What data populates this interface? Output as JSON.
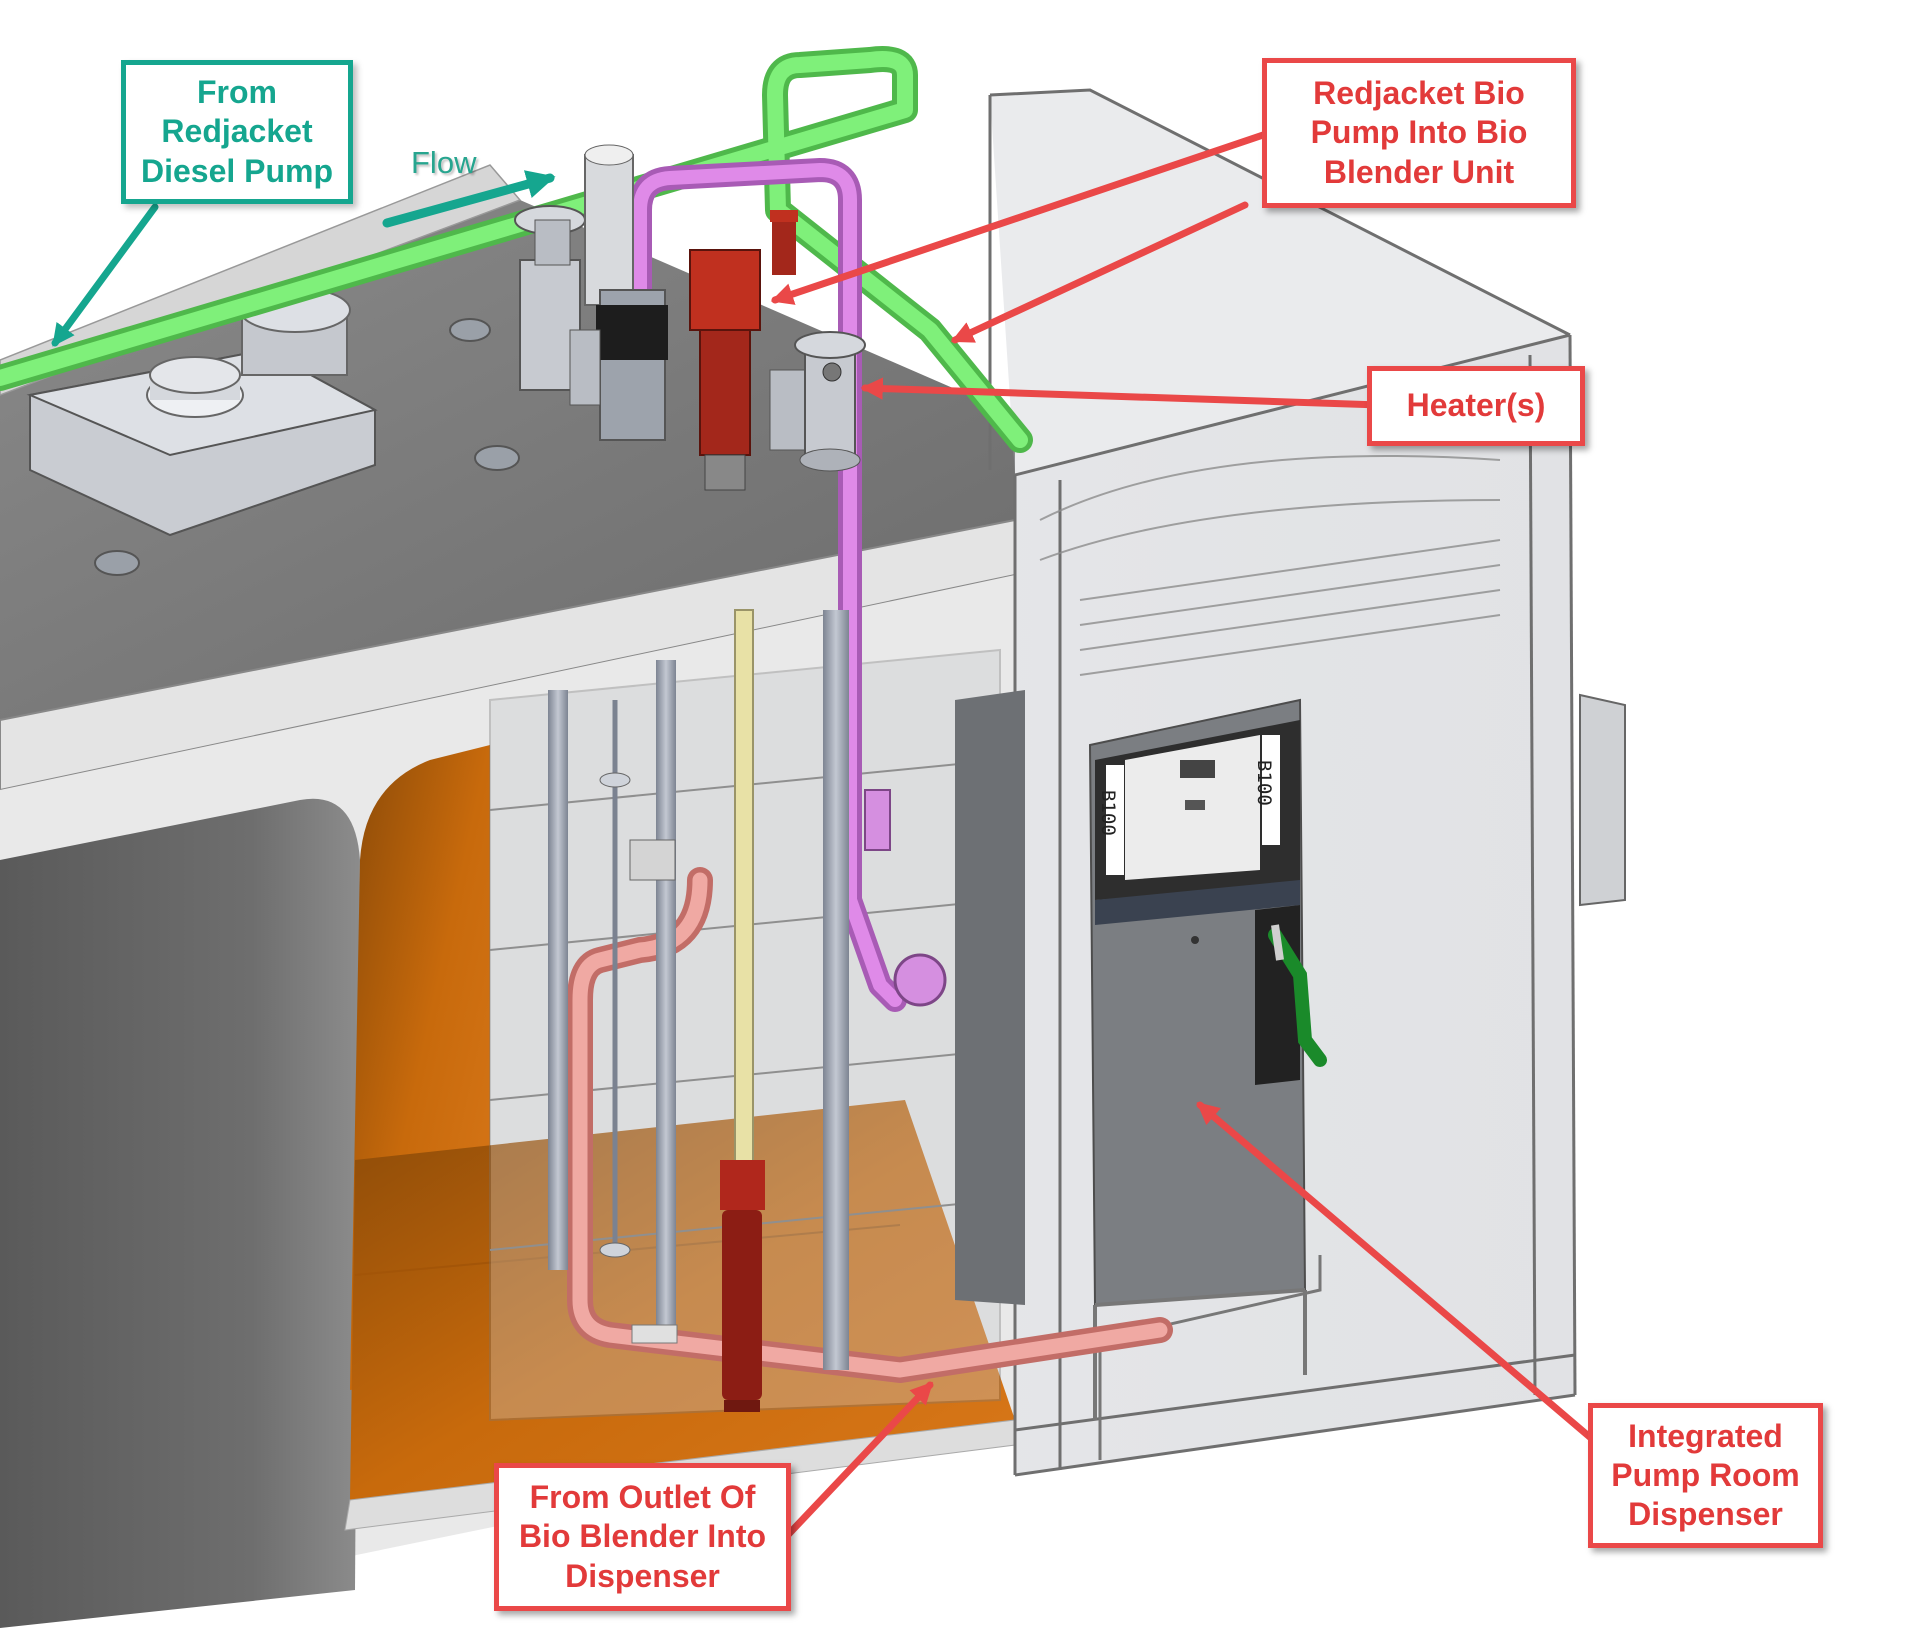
{
  "callouts": {
    "diesel_pump": "From\nRedjacket\nDiesel Pump",
    "flow": "Flow",
    "bio_pump": "Redjacket Bio\nPump Into Bio\nBlender Unit",
    "heaters": "Heater(s)",
    "dispenser": "Integrated\nPump Room\nDispenser",
    "outlet": "From Outlet Of\nBio Blender Into\nDispenser"
  },
  "dispenser_label": "B100",
  "colors": {
    "callout_red": "#ea4848",
    "callout_teal": "#15a68f",
    "diesel_pipe": "#6fe36a",
    "bio_pipe": "#d47be0",
    "outlet_pipe": "#e5908a",
    "tank_interior": "#c86a0c",
    "red_pump": "#a8281c",
    "nozzle": "#1a8a2a"
  }
}
